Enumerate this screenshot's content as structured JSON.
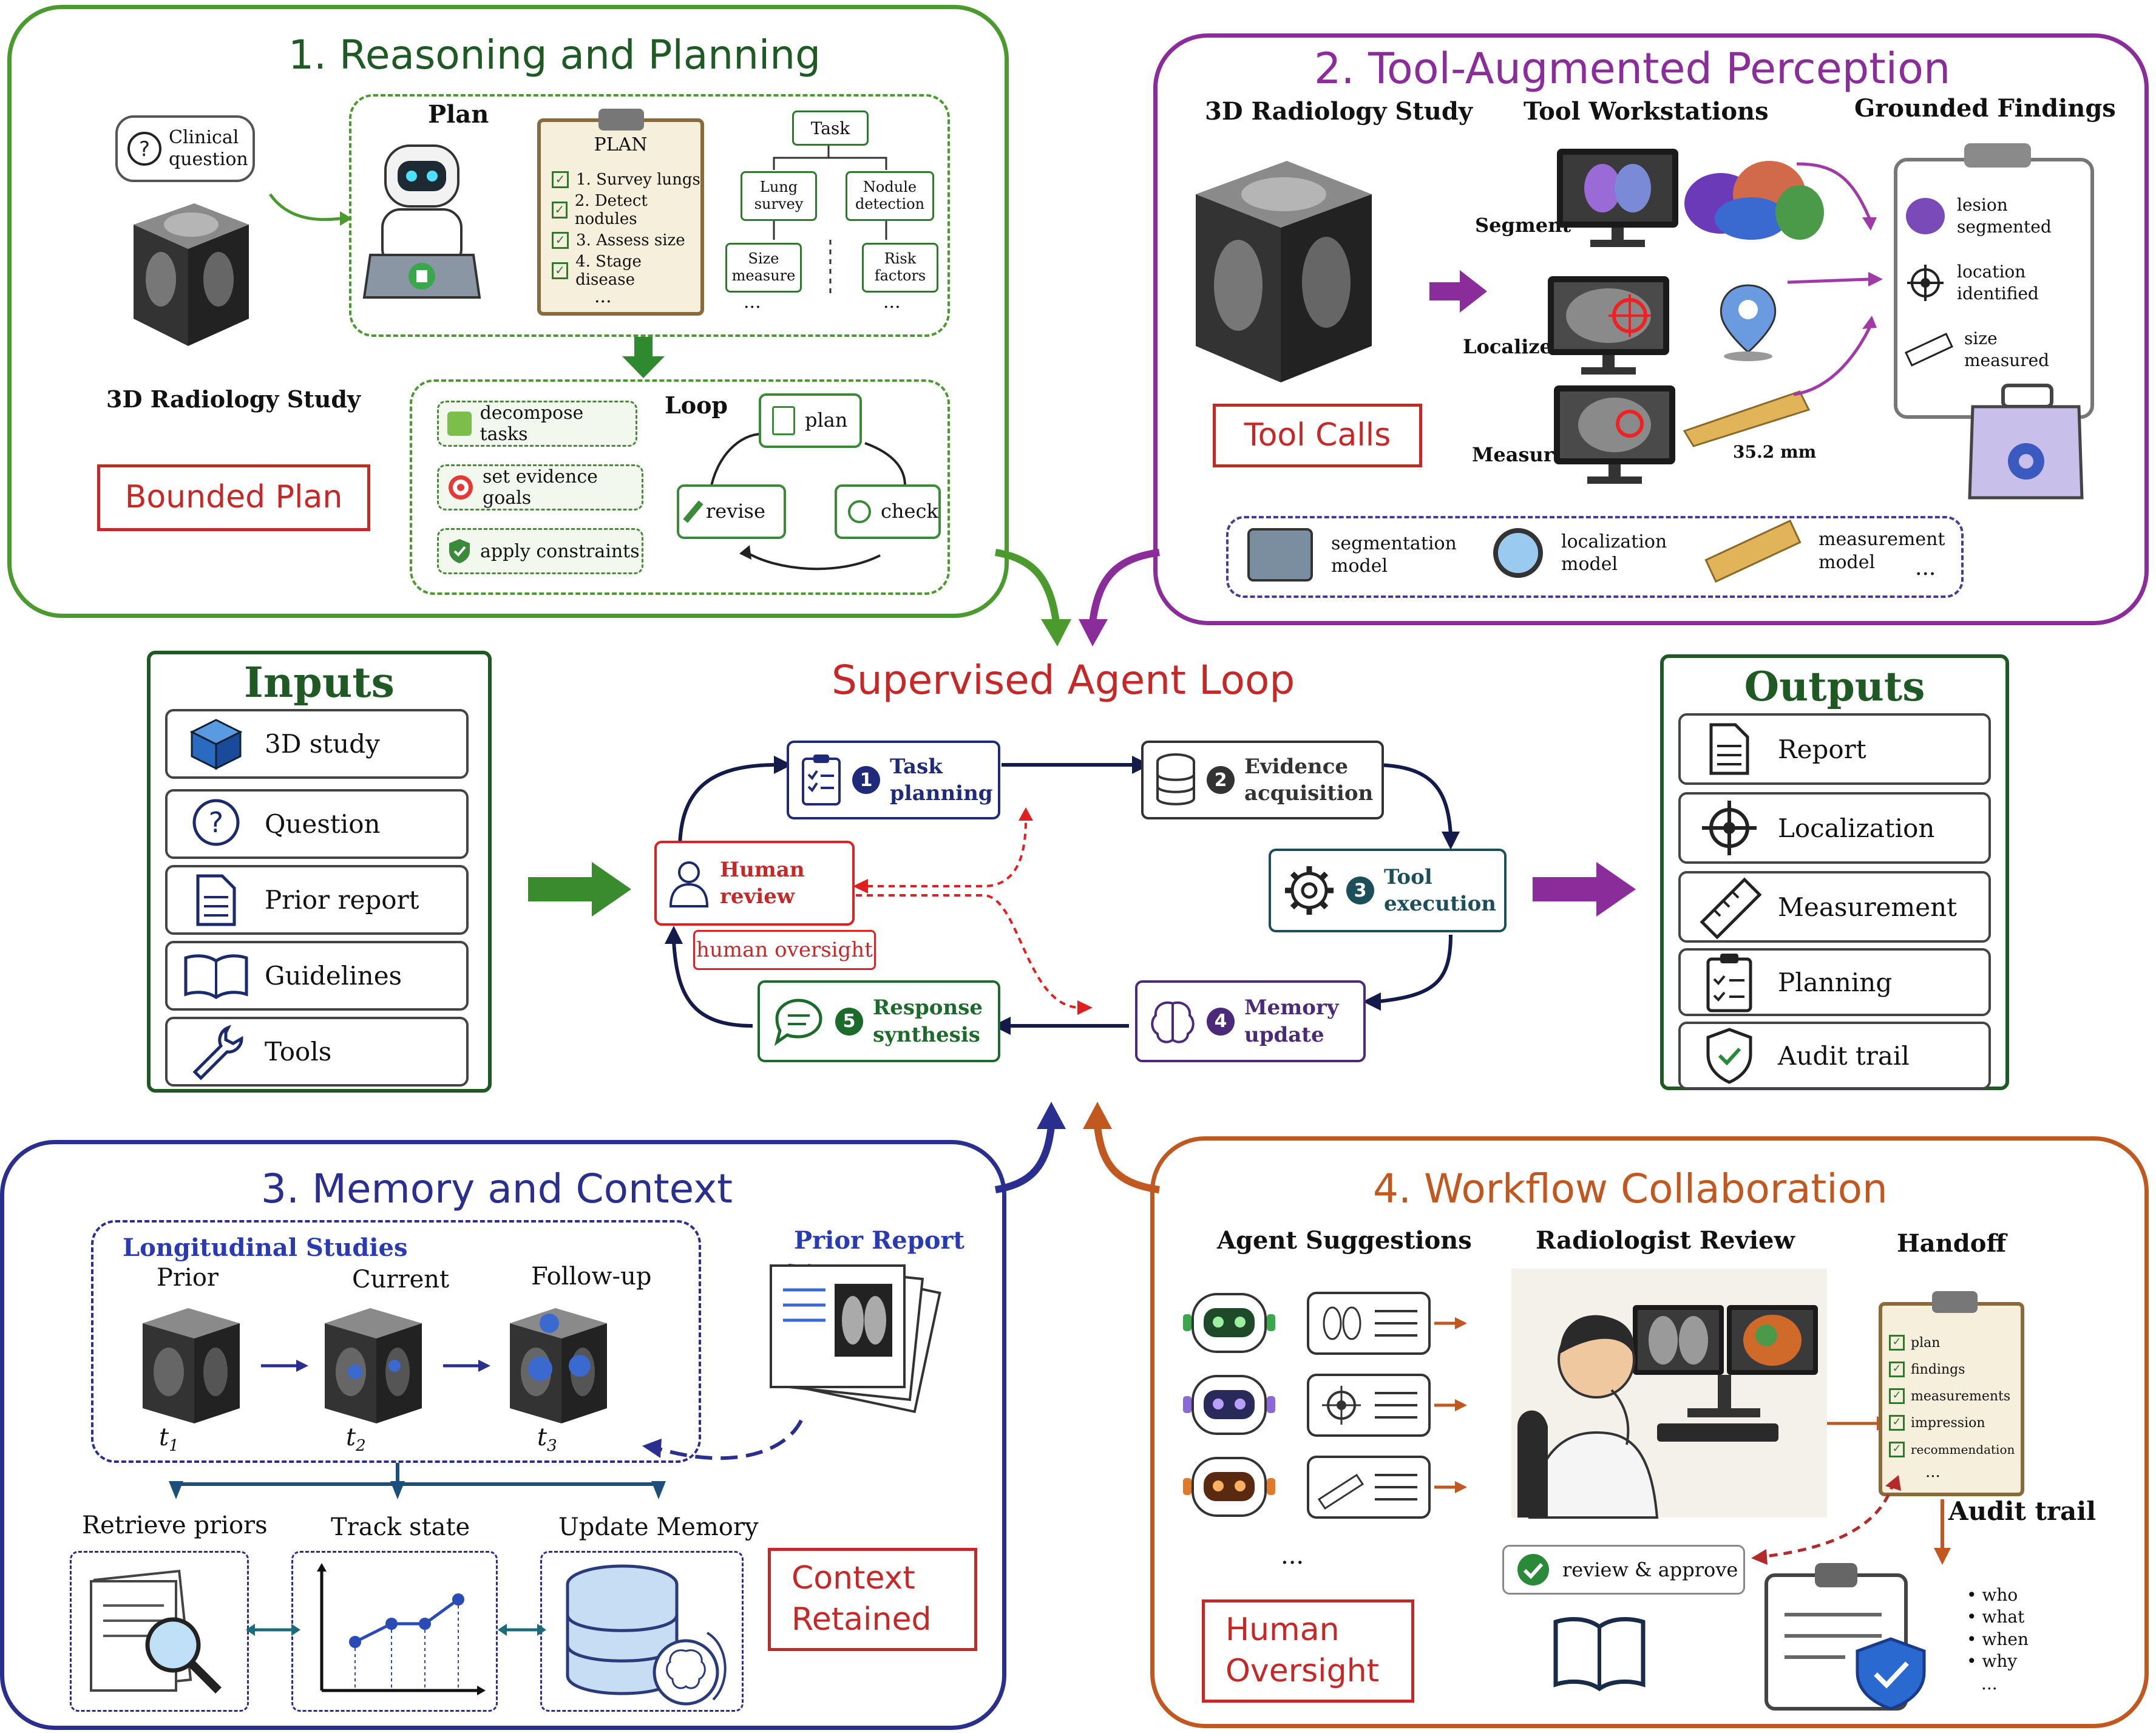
{
  "center": {
    "title": "Supervised Agent Loop"
  },
  "panel1": {
    "title": "1. Reasoning and Planning",
    "clinical_question": "Clinical question",
    "study_label": "3D Radiology Study",
    "plan_heading": "Plan",
    "clipboard_title": "PLAN",
    "plan_items": [
      "1. Survey lungs",
      "2. Detect nodules",
      "3. Assess size",
      "4. Stage disease"
    ],
    "plan_more": "...",
    "tree": {
      "root": "Task",
      "children": [
        "Lung survey",
        "Nodule detection"
      ],
      "leaves": [
        "Size measure",
        "Risk factors"
      ],
      "more": "..."
    },
    "loop_heading": "Loop",
    "pills": [
      "decompose tasks",
      "set evidence goals",
      "apply constraints"
    ],
    "loop_nodes": [
      "plan",
      "check",
      "revise"
    ],
    "badge": "Bounded Plan"
  },
  "panel2": {
    "title": "2. Tool-Augmented Perception",
    "col_headers": [
      "3D Radiology Study",
      "Tool Workstations",
      "Grounded Findings"
    ],
    "tools": [
      "Segment",
      "Localize",
      "Measure"
    ],
    "measure_value": "35.2 mm",
    "findings": [
      "lesion segmented",
      "location identified",
      "size measured"
    ],
    "badge": "Tool Calls",
    "models": [
      "segmentation model",
      "localization model",
      "measurement model"
    ],
    "more": "..."
  },
  "inputs": {
    "title": "Inputs",
    "items": [
      {
        "label": "3D study",
        "icon": "cube-icon"
      },
      {
        "label": "Question",
        "icon": "question-bubble-icon"
      },
      {
        "label": "Prior report",
        "icon": "document-icon"
      },
      {
        "label": "Guidelines",
        "icon": "book-icon"
      },
      {
        "label": "Tools",
        "icon": "wrench-icon"
      }
    ]
  },
  "outputs": {
    "title": "Outputs",
    "items": [
      {
        "label": "Report",
        "icon": "document-icon"
      },
      {
        "label": "Localization",
        "icon": "crosshair-icon"
      },
      {
        "label": "Measurement",
        "icon": "ruler-icon"
      },
      {
        "label": "Planning",
        "icon": "clipboard-icon"
      },
      {
        "label": "Audit trail",
        "icon": "shield-icon"
      }
    ]
  },
  "loop": {
    "human_review": "Human review",
    "human_oversight": "human oversight",
    "steps": [
      {
        "num": "1",
        "label": "Task planning",
        "color": "#1f2a7a"
      },
      {
        "num": "2",
        "label": "Evidence acquisition",
        "color": "#333333"
      },
      {
        "num": "3",
        "label": "Tool execution",
        "color": "#1d4f5a"
      },
      {
        "num": "4",
        "label": "Memory update",
        "color": "#4b2a7a"
      },
      {
        "num": "5",
        "label": "Response synthesis",
        "color": "#1d6b2a"
      }
    ]
  },
  "panel3": {
    "title": "3. Memory and Context",
    "longitudinal": "Longitudinal Studies",
    "timepoints": [
      {
        "label": "Prior",
        "t": "t",
        "sub": "1"
      },
      {
        "label": "Current",
        "t": "t",
        "sub": "2"
      },
      {
        "label": "Follow-up",
        "t": "t",
        "sub": "3"
      }
    ],
    "prior_report": "Prior Report",
    "actions": [
      "Retrieve priors",
      "Track state",
      "Update Memory"
    ],
    "badge": "Context Retained"
  },
  "panel4": {
    "title": "4. Workflow Collaboration",
    "col_headers": [
      "Agent Suggestions",
      "Radiologist Review",
      "Handoff"
    ],
    "handoff_items": [
      "plan",
      "findings",
      "measurements",
      "impression",
      "recommendation"
    ],
    "handoff_more": "...",
    "agents_more": "...",
    "audit_heading": "Audit trail",
    "audit_items": [
      "who",
      "what",
      "when",
      "why"
    ],
    "audit_more": "...",
    "review_approve": "review & approve",
    "badge": "Human Oversight"
  },
  "colors": {
    "green": "#4a9a2e",
    "purple": "#8a2c9a",
    "navy": "#2a2f8f",
    "orange": "#c0581f",
    "red": "#c62828",
    "dark_green": "#1f5a25"
  }
}
